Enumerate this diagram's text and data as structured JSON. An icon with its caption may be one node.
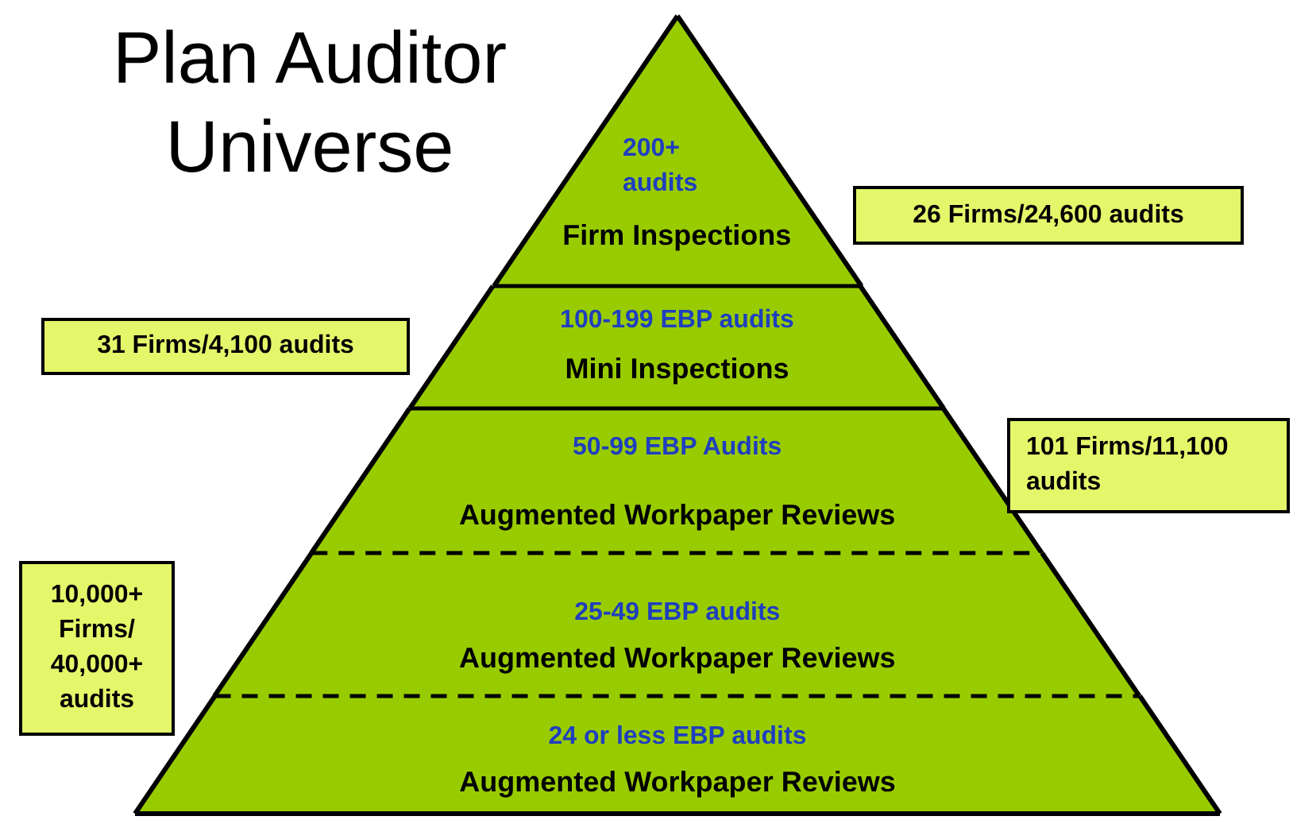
{
  "diagram": {
    "title": "Plan Auditor Universe",
    "nodes": [
      {
        "text": [
          "200+ audits",
          "Firm Inspections"
        ]
      },
      {
        "text": [
          "100-199 EBP audits",
          "Mini Inspections"
        ]
      },
      {
        "text": [
          "50-99 EBP Audits",
          "Augmented Workpaper Reviews"
        ]
      },
      {
        "text": [
          "25-49 EBP audits",
          "Augmented Workpaper Reviews"
        ]
      },
      {
        "text": [
          "24 or less EBP audits",
          "Augmented Workpaper Reviews"
        ]
      },
      {
        "text": [
          "26 Firms/24,600 audits"
        ]
      },
      {
        "text": [
          "31 Firms/4,100 audits"
        ]
      },
      {
        "text": [
          "101 Firms/11,100 audits"
        ]
      },
      {
        "text": [
          "10,000+ Firms/ 40,000+ audits"
        ]
      }
    ]
  }
}
